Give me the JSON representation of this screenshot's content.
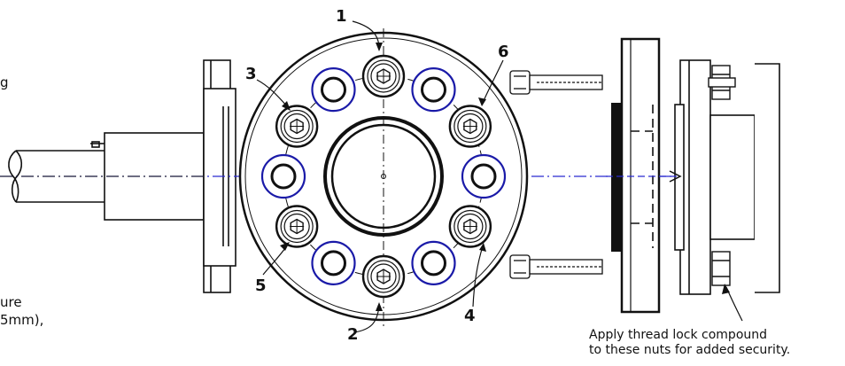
{
  "left_text_fragments": [
    "g",
    "ure",
    "5mm),"
  ],
  "bolt_sequence_labels": [
    "1",
    "2",
    "3",
    "4",
    "5",
    "6"
  ],
  "note": {
    "line1": "Apply thread lock compound",
    "line2": "to these nuts for added security."
  },
  "colors": {
    "line": "#111111",
    "accent": "#1a1aa8",
    "centerline": "#2a2ad0"
  }
}
